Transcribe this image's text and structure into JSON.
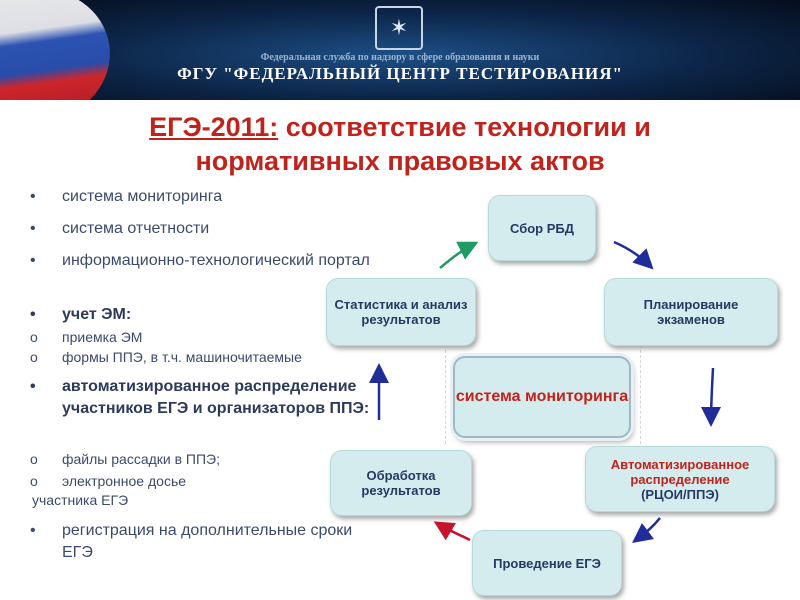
{
  "header": {
    "agency": "Федеральная служба по надзору в сфере образования и науки",
    "center": "ФГУ \"ФЕДЕРАЛЬНЫЙ ЦЕНТР ТЕСТИРОВАНИЯ\""
  },
  "title": {
    "year": "ЕГЭ-2011:",
    "rest_line1": " соответствие технологии и",
    "line2": "нормативных правовых актов"
  },
  "list": {
    "item1": "система мониторинга",
    "item2": "система отчетности",
    "item3": "информационно-технологический портал",
    "item4": "учет ЭМ:",
    "item4_sub1": "приемка ЭМ",
    "item4_sub2": "формы ППЭ, в т.ч. машиночитаемые",
    "item5": "автоматизированное распределение участников ЕГЭ и организаторов ППЭ:",
    "item5_sub1": "файлы рассадки в ППЭ;",
    "item5_sub2": "электронное досье",
    "item5_tail": "участника ЕГЭ",
    "item6": "регистрация на дополнительные сроки ЕГЭ"
  },
  "diagram": {
    "center": "система мониторинга",
    "nodes": {
      "collect": "Сбор РБД",
      "planning": "Планирование экзаменов",
      "auto_main": "Автоматизированное распределение",
      "auto_sub": "(РЦОИ/ППЭ)",
      "conduct": "Проведение ЕГЭ",
      "processing": "Обработка результатов",
      "stats": "Статистика и анализ результатов"
    }
  },
  "colors": {
    "accent_red": "#c0231c",
    "text_blue": "#3b4a6b",
    "box_fill": "#d5ecee",
    "arrow_blue": "#1f2c9a",
    "arrow_green": "#1f9a63",
    "arrow_red": "#c4152c"
  },
  "icons": {
    "bullet": "•",
    "sub_bullet": "o"
  }
}
